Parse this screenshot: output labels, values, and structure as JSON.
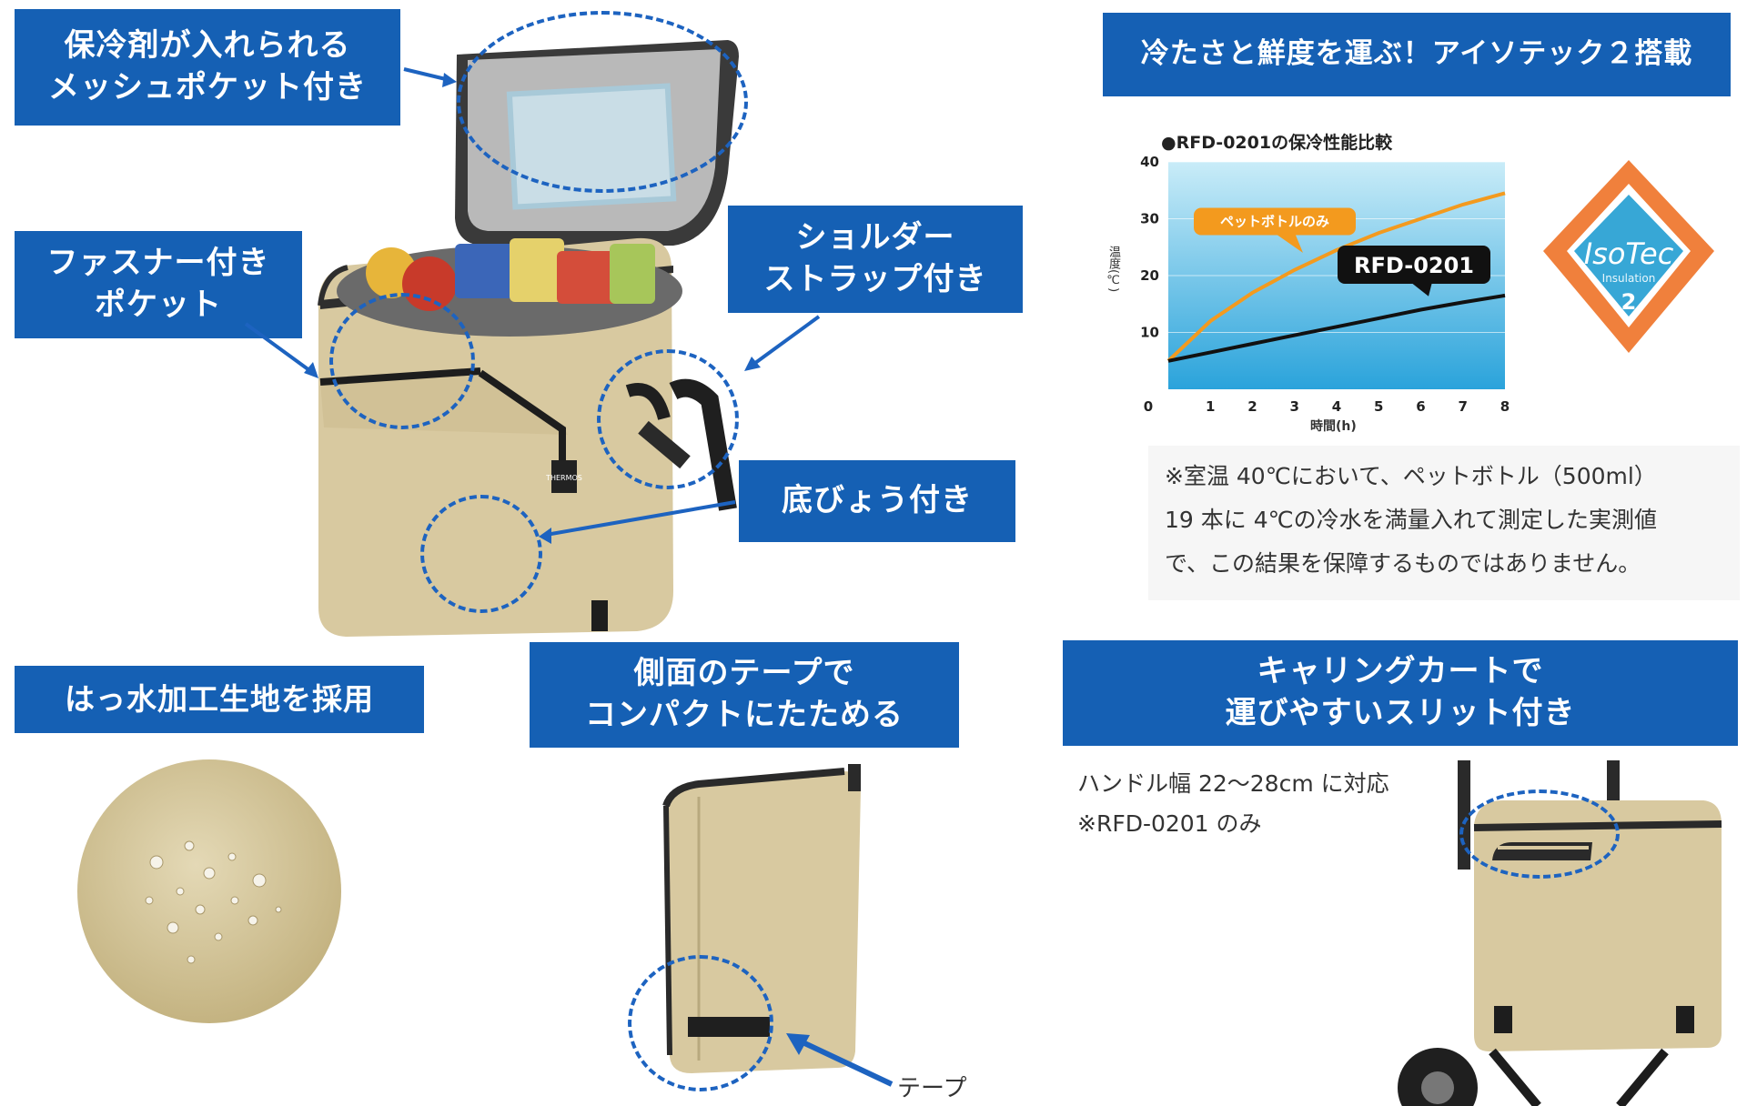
{
  "callouts": {
    "mesh_pocket": [
      "保冷剤が入れられる",
      "メッシュポケット付き"
    ],
    "zipper_pocket": [
      "ファスナー付き",
      "ポケット"
    ],
    "shoulder_strap": [
      "ショルダー",
      "ストラップ付き"
    ],
    "bottom_studs": "底びょう付き",
    "water_repellent": "はっ水加工生地を採用",
    "compact_fold": [
      "側面のテープで",
      "コンパクトにたためる"
    ],
    "cart_slit": [
      "キャリングカートで",
      "運びやすいスリット付き"
    ],
    "isotec_banner": "冷たさと鮮度を運ぶ！アイソテック２搭載"
  },
  "tape_label": "テープ",
  "cart_note": [
    "ハンドル幅 22～28cm に対応",
    "※RFD-0201 のみ"
  ],
  "chart_note": [
    "※室温 40℃において、ペットボトル（500ml）",
    "19 本に 4℃の冷水を満量入れて測定した実測値",
    "で、この結果を保障するものではありません。"
  ],
  "logo": {
    "text": "IsoTec",
    "sub": "Insulation",
    "num": "2"
  },
  "brand_tag": "THERMOS",
  "chart_data": {
    "type": "line",
    "title": "●RFD-0201の保冷性能比較",
    "xlabel": "時間(h)",
    "ylabel": "温度(℃)",
    "x_ticks": [
      "0",
      "1",
      "2",
      "3",
      "4",
      "5",
      "6",
      "7",
      "8"
    ],
    "y_ticks": [
      "10",
      "20",
      "30",
      "40"
    ],
    "xlim": [
      0,
      8
    ],
    "ylim": [
      0,
      40
    ],
    "series": [
      {
        "name": "ペットボトルのみ",
        "color": "#f39a1e",
        "x": [
          0,
          1,
          2,
          3,
          4,
          5,
          6,
          7,
          8
        ],
        "y": [
          5,
          12,
          17,
          21,
          24.5,
          27.5,
          30,
          32.5,
          34.5
        ]
      },
      {
        "name": "RFD-0201",
        "color": "#111111",
        "x": [
          0,
          1,
          2,
          3,
          4,
          5,
          6,
          7,
          8
        ],
        "y": [
          5,
          6.5,
          8,
          9.5,
          11,
          12.5,
          14,
          15.3,
          16.5
        ]
      }
    ]
  },
  "colors": {
    "callout_bg": "#1560b4",
    "dash": "#1d63c0",
    "bag": "#d8c9a0",
    "chart_bg_top": "#bfe7f7",
    "chart_bg_bottom": "#2aa3db"
  }
}
